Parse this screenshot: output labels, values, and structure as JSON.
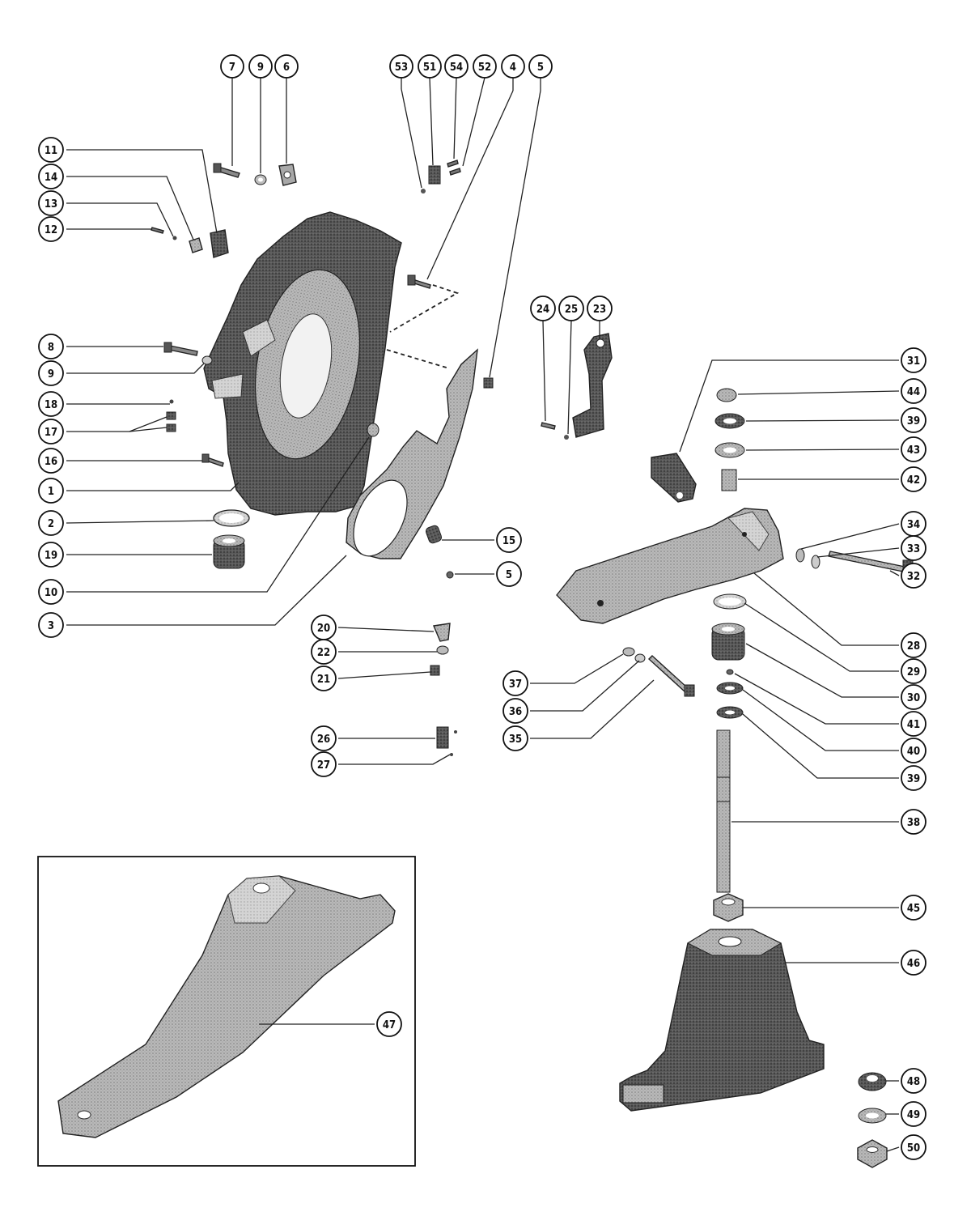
{
  "figure": {
    "callouts": [
      "1",
      "2",
      "3",
      "4",
      "5",
      "6",
      "7",
      "8",
      "9",
      "10",
      "11",
      "12",
      "13",
      "14",
      "15",
      "16",
      "17",
      "18",
      "19",
      "20",
      "21",
      "22",
      "23",
      "24",
      "25",
      "26",
      "27",
      "28",
      "29",
      "30",
      "31",
      "32",
      "33",
      "34",
      "35",
      "36",
      "37",
      "38",
      "39",
      "40",
      "41",
      "42",
      "43",
      "44",
      "45",
      "46",
      "47",
      "48",
      "49",
      "50",
      "51",
      "52",
      "53",
      "54"
    ]
  },
  "icons": {
    "flywheel_housing": "flywheel-housing-icon",
    "flywheel_cover": "flywheel-cover-icon",
    "engine_mount_bracket": "engine-mount-bracket-icon",
    "mount_pedestal": "mount-pedestal-icon",
    "stringer_mount": "stringer-mount-icon",
    "bolt": "bolt-icon",
    "washer": "washer-icon",
    "nut": "nut-icon",
    "stud": "stud-icon",
    "bushing": "bushing-icon"
  },
  "colors": {
    "ink": "#111111",
    "shade_dark": "#4a4a4a",
    "shade_mid": "#8a8a8a",
    "shade_light": "#c4c4c4",
    "paper": "#ffffff"
  }
}
